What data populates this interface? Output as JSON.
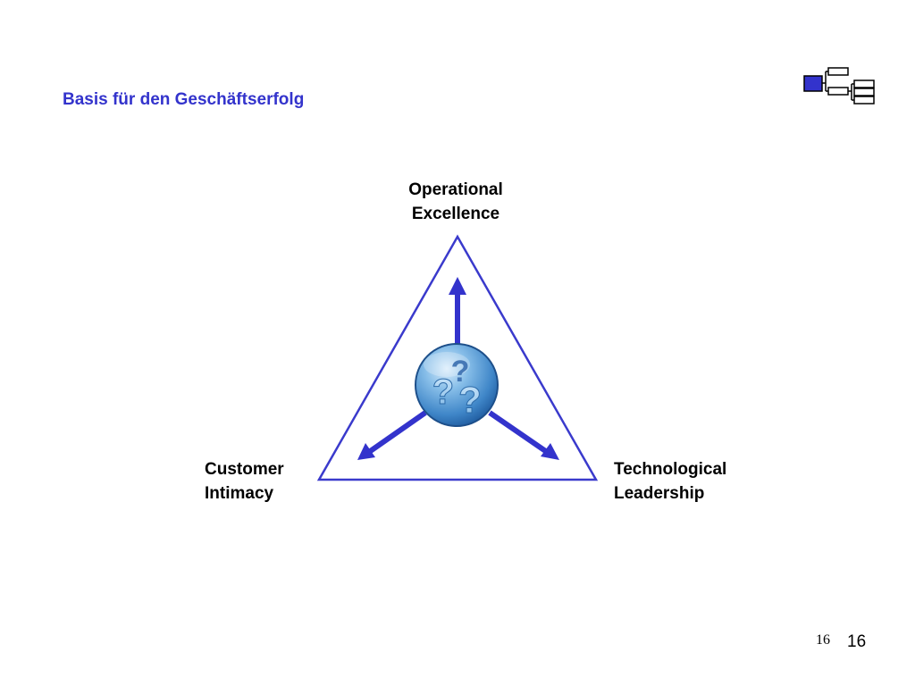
{
  "slide": {
    "title": "Basis für den Geschäftserfolg",
    "page_number_serif": "16",
    "page_number_sans": "16"
  },
  "diagram": {
    "center_icon": "question-marks-icon",
    "vertices": [
      {
        "id": "top",
        "lines": [
          "Operational",
          "Excellence"
        ]
      },
      {
        "id": "left",
        "lines": [
          "Customer",
          "Intimacy"
        ]
      },
      {
        "id": "right",
        "lines": [
          "Technological",
          "Leadership"
        ]
      }
    ]
  },
  "colors": {
    "title": "#3333cc",
    "triangle_stroke": "#3a3acc",
    "arrow": "#3333cc",
    "logo_square": "#3333cc",
    "sphere_light": "#a9d2f2",
    "sphere_dark": "#2a6fb5"
  }
}
